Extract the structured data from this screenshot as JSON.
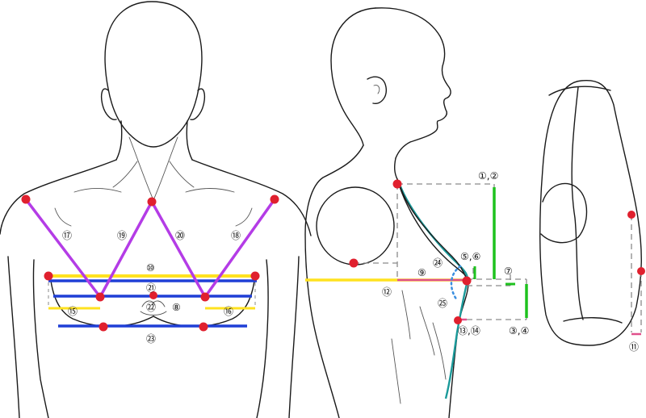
{
  "colors": {
    "point": "#e0202e",
    "outline": "#1a1a1a",
    "purple": "#b43ce6",
    "blue": "#1f3fd6",
    "yellow": "#ffe21f",
    "green": "#1ec21e",
    "teal": "#1b9a9a",
    "pink": "#e0508c",
    "guide": "#8a8a8a"
  },
  "labels": {
    "l1_2": "①,②",
    "l3_4": "③,④",
    "l5_6": "⑤,⑥",
    "l7": "⑦",
    "l8": "⑧",
    "l9": "⑨",
    "l10": "⑩",
    "l11": "⑪",
    "l12": "⑫",
    "l13_14": "⑬,⑭",
    "l15": "⑮",
    "l16": "⑯",
    "l17": "⑰",
    "l18": "⑱",
    "l19": "⑲",
    "l20": "⑳",
    "l21": "㉑",
    "l22": "㉒",
    "l23": "㉓",
    "l24": "㉔",
    "l25": "㉕"
  }
}
